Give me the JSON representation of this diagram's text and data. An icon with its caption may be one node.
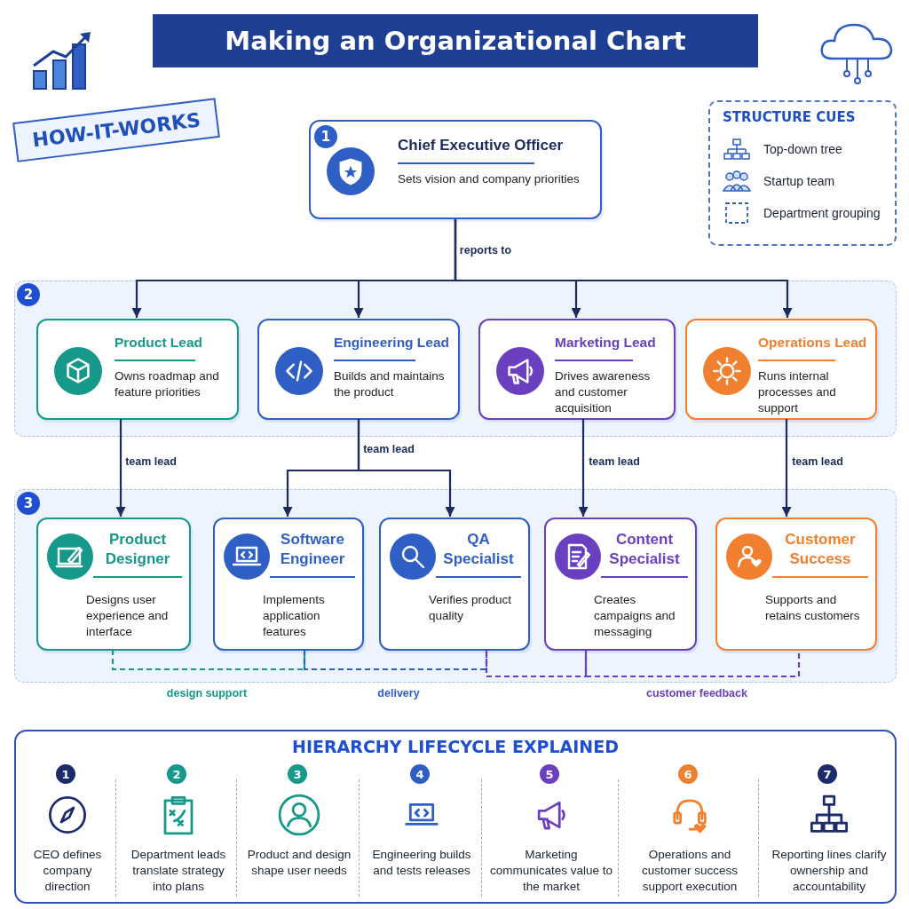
{
  "diagram": {
    "title": "Making an Organizational Chart",
    "nodes": [
      {
        "text": [
          "1",
          "Chief Executive Officer",
          "Sets vision and company priorities"
        ]
      },
      {
        "text": [
          "2"
        ]
      },
      {
        "text": [
          "Product Lead",
          "Owns roadmap and feature priorities"
        ],
        "in": 1
      },
      {
        "text": [
          "Engineering Lead",
          "Builds and maintains the product"
        ],
        "in": 1
      },
      {
        "text": [
          "Marketing Lead",
          "Drives awareness and customer acquisition"
        ],
        "in": 1
      },
      {
        "text": [
          "Operations Lead",
          "Runs internal processes and support"
        ],
        "in": 1
      },
      {
        "text": [
          "3"
        ]
      },
      {
        "text": [
          "Product Designer",
          "Designs user experience and interface"
        ],
        "in": 6
      },
      {
        "text": [
          "Software Engineer",
          "Implements application features"
        ],
        "in": 6
      },
      {
        "text": [
          "QA Specialist",
          "Verifies product quality"
        ],
        "in": 6
      },
      {
        "text": [
          "Content Specialist",
          "Creates campaigns and messaging"
        ],
        "in": 6
      },
      {
        "text": [
          "Customer Success",
          "Supports and retains customers"
        ],
        "in": 6
      },
      {
        "text": [
          "HIERARCHY LIFECYCLE EXPLAINED"
        ]
      },
      {
        "text": [
          "1",
          "CEO defines company direction"
        ],
        "in": 12
      },
      {
        "text": [
          "2",
          "Department leads translate strategy into plans"
        ],
        "in": 12
      },
      {
        "text": [
          "3",
          "Product and design shape user needs"
        ],
        "in": 12
      },
      {
        "text": [
          "4",
          "Engineering builds and tests releases"
        ],
        "in": 12
      },
      {
        "text": [
          "5",
          "Marketing communicates value to the market"
        ],
        "in": 12
      },
      {
        "text": [
          "6",
          "Operations and customer success support execution"
        ],
        "in": 12
      },
      {
        "text": [
          "7",
          "Reporting lines clarify ownership and accountability"
        ],
        "in": 12
      }
    ],
    "edges": [
      {
        "from": 0,
        "to": 2,
        "arrow": "to"
      },
      {
        "from": 0,
        "to": 3,
        "arrow": "to",
        "label": "reports to"
      },
      {
        "from": 0,
        "to": 4,
        "arrow": "to"
      },
      {
        "from": 0,
        "to": 5,
        "arrow": "to"
      },
      {
        "from": 2,
        "to": 7,
        "arrow": "to",
        "label": "team lead"
      },
      {
        "from": 3,
        "to": 8,
        "arrow": "to",
        "label": "team lead"
      },
      {
        "from": 3,
        "to": 9,
        "arrow": "to"
      },
      {
        "from": 4,
        "to": 10,
        "arrow": "to",
        "label": "team lead"
      },
      {
        "from": 5,
        "to": 11,
        "arrow": "to",
        "label": "team lead"
      },
      {
        "from": 7,
        "to": 8,
        "arrow": "none",
        "label": "design support",
        "style": "dashed",
        "color": "#16988a"
      },
      {
        "from": 8,
        "to": 9,
        "arrow": "none",
        "label": "delivery",
        "style": "dashed",
        "color": "#2f5fc4"
      },
      {
        "from": 9,
        "to": 10,
        "arrow": "none",
        "style": "dashed",
        "color": "#6a3fc0"
      },
      {
        "from": 10,
        "to": 11,
        "arrow": "none",
        "label": "customer feedback",
        "style": "dashed",
        "color": "#6a3fc0"
      }
    ],
    "labels": [
      "HOW-IT-WORKS",
      "STRUCTURE CUES"
    ],
    "legend": [
      {
        "text": "Top-down tree"
      },
      {
        "text": "Startup team"
      },
      {
        "text": "Department grouping"
      }
    ]
  }
}
